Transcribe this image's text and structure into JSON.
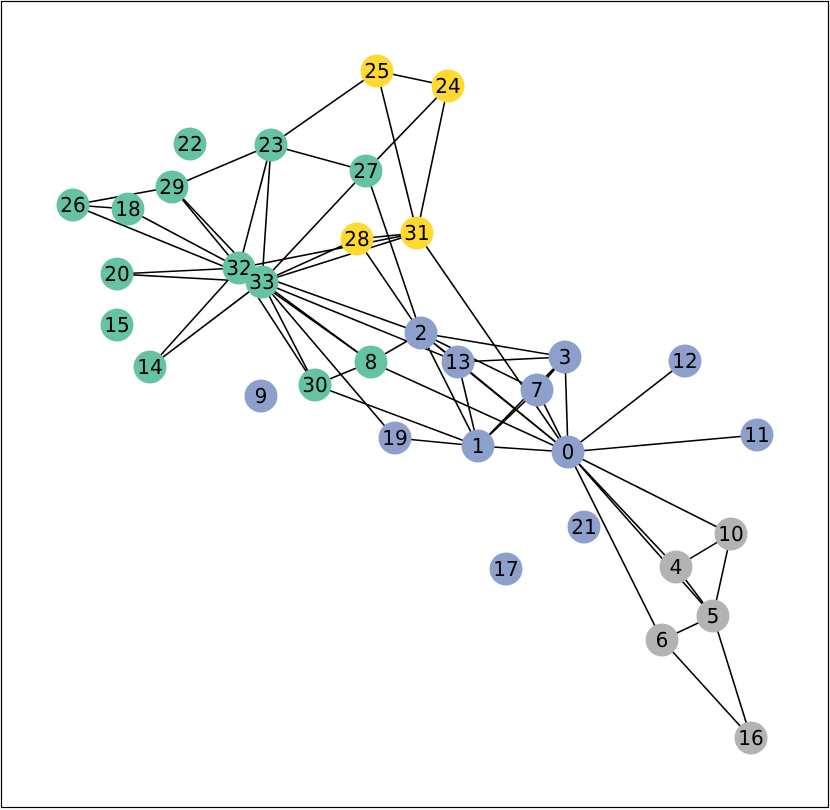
{
  "palette": {
    "purple_blue": "#8da0cb",
    "green": "#66c2a5",
    "gray": "#b3b3b3",
    "yellow": "#ffd92f",
    "edge": "#000000",
    "frame": "#000000"
  },
  "nodes": [
    {
      "id": "0",
      "group": "purple_blue"
    },
    {
      "id": "1",
      "group": "purple_blue"
    },
    {
      "id": "2",
      "group": "purple_blue"
    },
    {
      "id": "3",
      "group": "purple_blue"
    },
    {
      "id": "4",
      "group": "gray"
    },
    {
      "id": "5",
      "group": "gray"
    },
    {
      "id": "6",
      "group": "gray"
    },
    {
      "id": "7",
      "group": "purple_blue"
    },
    {
      "id": "8",
      "group": "green"
    },
    {
      "id": "9",
      "group": "purple_blue"
    },
    {
      "id": "10",
      "group": "gray"
    },
    {
      "id": "11",
      "group": "purple_blue"
    },
    {
      "id": "12",
      "group": "purple_blue"
    },
    {
      "id": "13",
      "group": "purple_blue"
    },
    {
      "id": "14",
      "group": "green"
    },
    {
      "id": "15",
      "group": "green"
    },
    {
      "id": "16",
      "group": "gray"
    },
    {
      "id": "17",
      "group": "purple_blue"
    },
    {
      "id": "18",
      "group": "green"
    },
    {
      "id": "19",
      "group": "purple_blue"
    },
    {
      "id": "20",
      "group": "green"
    },
    {
      "id": "21",
      "group": "purple_blue"
    },
    {
      "id": "22",
      "group": "green"
    },
    {
      "id": "23",
      "group": "green"
    },
    {
      "id": "24",
      "group": "yellow"
    },
    {
      "id": "25",
      "group": "yellow"
    },
    {
      "id": "26",
      "group": "green"
    },
    {
      "id": "27",
      "group": "green"
    },
    {
      "id": "28",
      "group": "yellow"
    },
    {
      "id": "29",
      "group": "green"
    },
    {
      "id": "30",
      "group": "green"
    },
    {
      "id": "31",
      "group": "yellow"
    },
    {
      "id": "32",
      "group": "green"
    },
    {
      "id": "33",
      "group": "green"
    }
  ],
  "edges": [
    [
      "0",
      "1"
    ],
    [
      "0",
      "2"
    ],
    [
      "0",
      "3"
    ],
    [
      "0",
      "4"
    ],
    [
      "0",
      "5"
    ],
    [
      "0",
      "6"
    ],
    [
      "0",
      "7"
    ],
    [
      "0",
      "8"
    ],
    [
      "0",
      "10"
    ],
    [
      "0",
      "11"
    ],
    [
      "0",
      "12"
    ],
    [
      "0",
      "13"
    ],
    [
      "0",
      "31"
    ],
    [
      "1",
      "2"
    ],
    [
      "1",
      "3"
    ],
    [
      "1",
      "7"
    ],
    [
      "1",
      "13"
    ],
    [
      "1",
      "19"
    ],
    [
      "1",
      "30"
    ],
    [
      "2",
      "3"
    ],
    [
      "2",
      "7"
    ],
    [
      "2",
      "8"
    ],
    [
      "2",
      "13"
    ],
    [
      "2",
      "27"
    ],
    [
      "2",
      "28"
    ],
    [
      "2",
      "32"
    ],
    [
      "3",
      "7"
    ],
    [
      "3",
      "13"
    ],
    [
      "4",
      "10"
    ],
    [
      "4",
      "5"
    ],
    [
      "5",
      "6"
    ],
    [
      "5",
      "10"
    ],
    [
      "5",
      "16"
    ],
    [
      "6",
      "16"
    ],
    [
      "8",
      "30"
    ],
    [
      "8",
      "32"
    ],
    [
      "8",
      "33"
    ],
    [
      "13",
      "33"
    ],
    [
      "14",
      "32"
    ],
    [
      "14",
      "33"
    ],
    [
      "18",
      "32"
    ],
    [
      "18",
      "26"
    ],
    [
      "19",
      "33"
    ],
    [
      "20",
      "32"
    ],
    [
      "20",
      "33"
    ],
    [
      "23",
      "25"
    ],
    [
      "23",
      "27"
    ],
    [
      "23",
      "29"
    ],
    [
      "23",
      "32"
    ],
    [
      "23",
      "33"
    ],
    [
      "24",
      "25"
    ],
    [
      "24",
      "27"
    ],
    [
      "24",
      "31"
    ],
    [
      "25",
      "31"
    ],
    [
      "26",
      "29"
    ],
    [
      "26",
      "33"
    ],
    [
      "27",
      "33"
    ],
    [
      "28",
      "31"
    ],
    [
      "28",
      "33"
    ],
    [
      "29",
      "32"
    ],
    [
      "29",
      "33"
    ],
    [
      "30",
      "32"
    ],
    [
      "30",
      "33"
    ],
    [
      "31",
      "32"
    ],
    [
      "31",
      "33"
    ],
    [
      "32",
      "33"
    ]
  ]
}
